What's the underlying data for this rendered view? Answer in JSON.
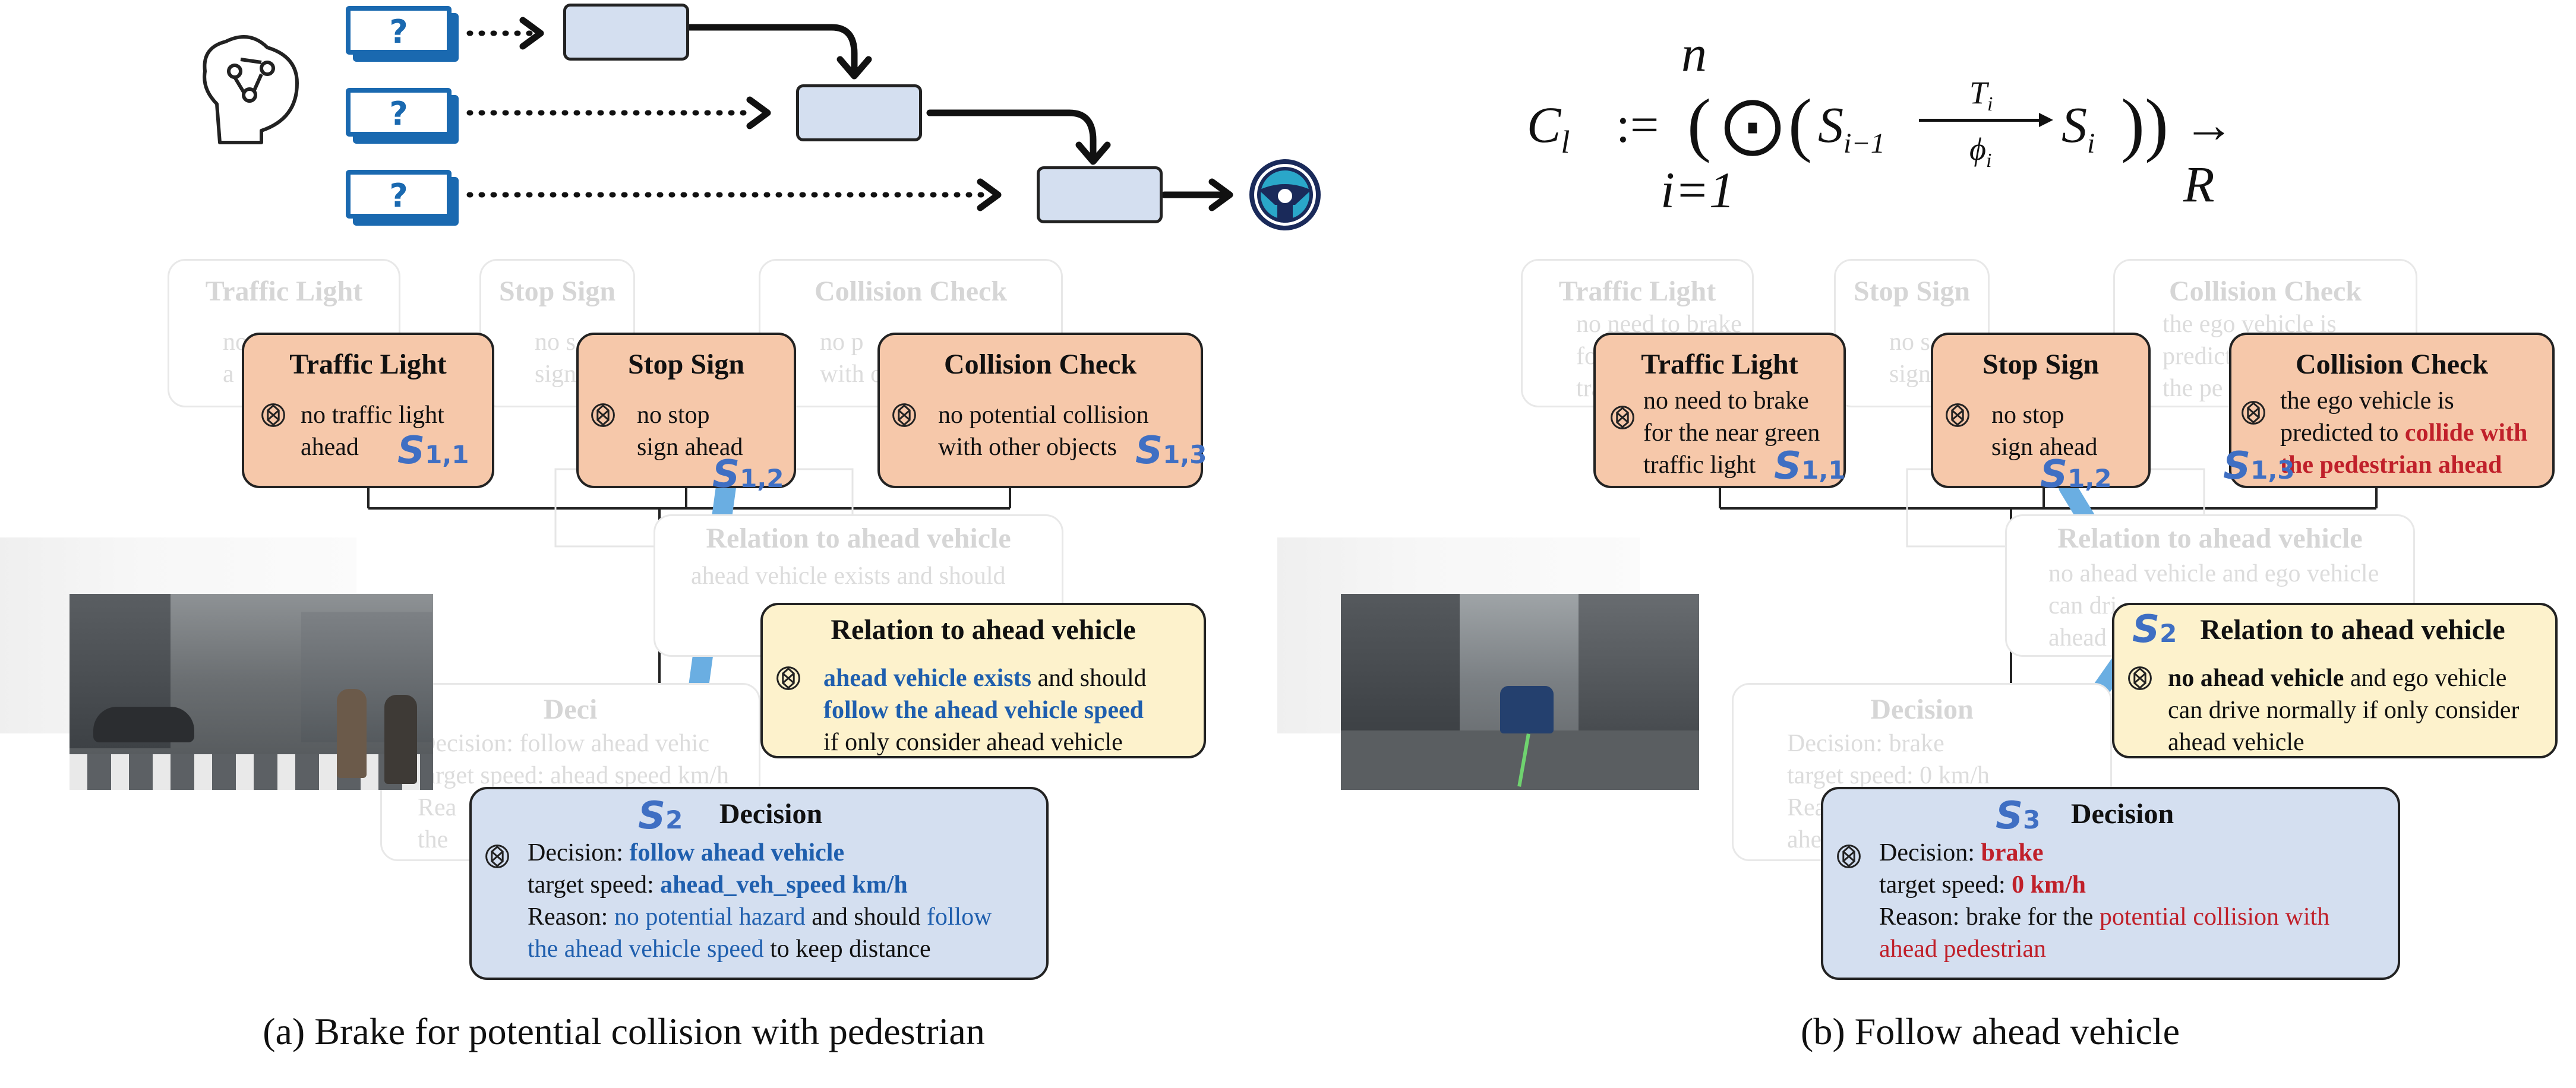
{
  "formula": {
    "lhs": "C",
    "lhs_sub": "l",
    "assign": ":=",
    "upper": "n",
    "lower": "i=1",
    "odot": "⨀",
    "s_prev": "S",
    "s_prev_sub": "i−1",
    "t_label": "T",
    "t_sub": "i",
    "phi_label": "ϕ",
    "phi_sub": "i",
    "s_cur": "S",
    "s_cur_sub": "i",
    "result": "→ R"
  },
  "top_diagram": {
    "question_mark": "?"
  },
  "panel_a": {
    "caption": "(a) Brake for potential collision with pedestrian",
    "traffic_light": {
      "title": "Traffic Light",
      "line1": "no traffic light",
      "line2": "ahead",
      "sub_main": "S",
      "sub_index": "1,1"
    },
    "stop_sign": {
      "title": "Stop Sign",
      "line1": "no stop",
      "line2": "sign ahead",
      "sub_main": "S",
      "sub_index": "1,2"
    },
    "collision": {
      "title": "Collision Check",
      "line1": "no potential collision",
      "line2": "with other objects",
      "sub_main": "S",
      "sub_index": "1,3"
    },
    "relation": {
      "title": "Relation to ahead vehicle",
      "l1a": "ahead vehicle exists",
      "l1b": " and should",
      "l2": "follow the ahead vehicle speed",
      "l3": "if only consider ahead vehicle"
    },
    "decision": {
      "title": "Decision",
      "sub_main": "S",
      "sub_index": "2",
      "d_label": "Decision:",
      "d_value": "follow ahead vehicle",
      "s_label": "target speed:",
      "s_value": "ahead_veh_speed km/h",
      "r_label": "Reason:",
      "r_v1": "no potential hazard",
      "r_v2": " and should ",
      "r_v3": "follow",
      "r_v4": "the ahead vehicle speed",
      "r_v5": " to keep distance"
    },
    "ghosts": {
      "traffic_light": {
        "title": "Traffic Light",
        "line1": "no",
        "line2": "a"
      },
      "stop_sign": {
        "title": "Stop Sign",
        "line1": "no s",
        "line2": "sign"
      },
      "collision": {
        "title": "Collision Check",
        "line1": "no p",
        "line2": "with o"
      },
      "relation": {
        "title": "Relation to ahead vehicle",
        "line1": "ahead vehicle exists and should",
        "line2": ""
      },
      "decision": {
        "title": "Deci",
        "line1": "Decision: follow ahead vehic",
        "line2": "target speed: ahead    speed km/h",
        "line3": "Rea",
        "line4": "the"
      }
    }
  },
  "panel_b": {
    "caption": "(b) Follow ahead vehicle",
    "traffic_light": {
      "title": "Traffic Light",
      "line1": "no need to brake",
      "line2": "for the near green",
      "line3": "traffic light",
      "sub_main": "S",
      "sub_index": "1,1"
    },
    "stop_sign": {
      "title": "Stop Sign",
      "line1": "no stop",
      "line2": "sign ahead",
      "sub_main": "S",
      "sub_index": "1,2"
    },
    "collision": {
      "title": "Collision Check",
      "line1": "the ego vehicle is",
      "line2a": "predicted to ",
      "line2b": "collide with",
      "line3": "the pedestrian ahead",
      "sub_main": "S",
      "sub_index": "1,3"
    },
    "relation": {
      "title": "Relation to ahead vehicle",
      "sub_main": "S",
      "sub_index": "2",
      "l1a": "no ahead vehicle",
      "l1b": " and ego vehicle",
      "l2": "can drive normally if only consider",
      "l3": "ahead vehicle"
    },
    "decision": {
      "title": "Decision",
      "sub_main": "S",
      "sub_index": "3",
      "d_label": "Decision:",
      "d_value": "brake",
      "s_label": "target speed:",
      "s_value": "0 km/h",
      "r_label": "Reason:",
      "r_plain": " brake for the ",
      "r_v1": "potential collision with",
      "r_v2": "ahead pedestrian"
    },
    "ghosts": {
      "traffic_light": {
        "title": "Traffic Light",
        "line1": "no need to brake",
        "line2": "fo",
        "line3": "tra"
      },
      "stop_sign": {
        "title": "Stop Sign",
        "line1": "no s",
        "line2": "sign"
      },
      "collision": {
        "title": "Collision Check",
        "line1": "the ego vehicle is",
        "line2": "predict",
        "line3": "the pe"
      },
      "relation": {
        "title": "Relation to ahead vehicle",
        "line1": "no ahead vehicle and ego vehicle",
        "line2": "can dri",
        "line3": "ahead"
      },
      "decision": {
        "title": "Decision",
        "line1": "Decision: brake",
        "line2": "target speed: 0 km/h",
        "line3": "Reason",
        "line4": "ahe"
      }
    }
  },
  "colors": {
    "orange_box": "#f6c8aa",
    "yellow_box": "#fdf2cc",
    "blue_box": "#d4dff0",
    "arrow_blue": "#6aaee2",
    "accent_blue": "#1f5fae",
    "accent_red": "#c0202a",
    "sub_blue": "#3f6fc3"
  }
}
